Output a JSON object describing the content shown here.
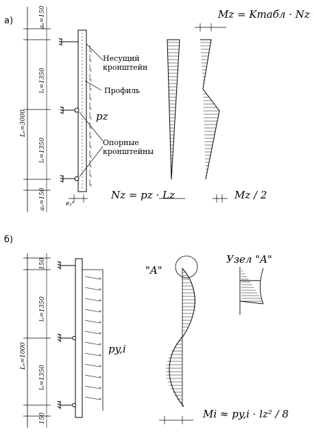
{
  "panel_a": {
    "label": "а)",
    "dims": {
      "top_edge": "aₑ=150",
      "upper_span": "lₑ=1350",
      "total": "Lₑ=3000",
      "lower_span": "lₑ=1350",
      "bottom_edge": "aₑ=150",
      "ecc": "eᵧᵉ"
    },
    "labels": {
      "bracket_carrying": "Несущий кронштейн",
      "profile": "Профиль",
      "load": "pz",
      "bracket_support": "Опорные кронштейны"
    },
    "formulas": {
      "moment_top": "Mz = Kтабл · Nz · eᵧᵉ",
      "axial": "Nz = pz · Lz",
      "moment_half": "Mz / 2"
    }
  },
  "panel_b": {
    "label": "б)",
    "dims": {
      "top_edge": "150",
      "upper_span": "lₑ=1350",
      "total": "Lₑ=1000",
      "lower_span": "lₑ=1350",
      "bottom_edge": "150"
    },
    "labels": {
      "load": "py,i",
      "node_ref": "\"A\"",
      "node_title": "Узел \"A\""
    },
    "formulas": {
      "moment": "Mi ≈ py,i · lz² / 8"
    }
  }
}
